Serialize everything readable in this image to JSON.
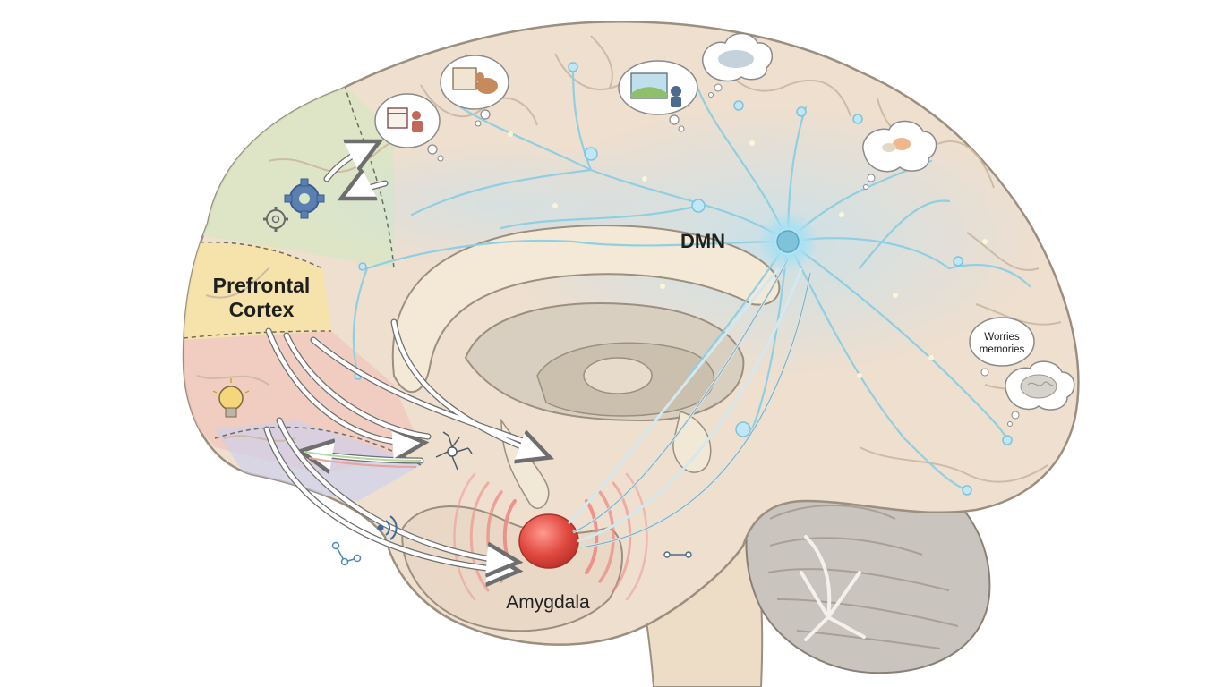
{
  "labels": {
    "prefrontal_line1": "Prefrontal",
    "prefrontal_line2": "Cortex",
    "dmn": "DMN",
    "amygdala": "Amygdala",
    "worries_line1": "Worries",
    "worries_line2": "memories"
  },
  "colors": {
    "cortex": "#eedfcf",
    "gyrus_line": "#cdbba7",
    "prefrontal_zone": "#f5e3a6",
    "upper_frontal_zone": "#d9e6c4",
    "orbitofrontal_zone": "#f1c9bd",
    "lower_frontal_zone": "#cfd0ec",
    "dmn_glow": "#bfe0f0",
    "neuron": "#8ccfe3",
    "amygdala": "#e0483f",
    "amygdala_waves": "#ee8a86",
    "cerebellum": "#c9c4bd",
    "brainstem": "#eddcc6"
  },
  "icons": [
    "gear-icon",
    "lightbulb-icon",
    "calendar-thought-icon",
    "photo-thought-icon",
    "landscape-thought-icon",
    "cloud-thought-icon",
    "cloud-thought-right-icon",
    "brain-thought-icon",
    "neuron-cluster-icon",
    "network-icon",
    "signal-icon"
  ]
}
